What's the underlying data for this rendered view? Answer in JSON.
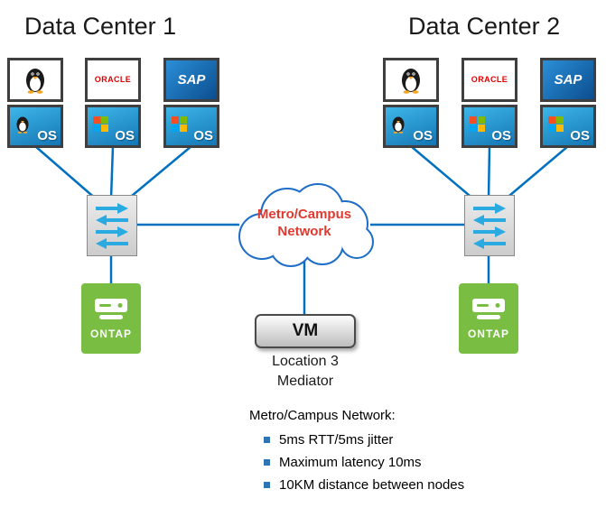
{
  "titles": {
    "dc1": "Data Center 1",
    "dc2": "Data Center 2"
  },
  "labels": {
    "oracle": "ORACLE",
    "sap": "SAP",
    "os": "OS",
    "ontap": "ONTAP",
    "vm": "VM"
  },
  "cloud": {
    "line1": "Metro/Campus",
    "line2": "Network"
  },
  "mediator": {
    "line1": "Location 3",
    "line2": "Mediator"
  },
  "notes": {
    "heading": "Metro/Campus Network:",
    "items": [
      "5ms RTT/5ms jitter",
      "Maximum latency 10ms",
      "10KM distance between nodes"
    ]
  },
  "icons": {
    "linux": "penguin-shape",
    "switch": "crossed-blue-arrows",
    "storage": "drive-with-led",
    "bullet": "blue-square"
  },
  "colors": {
    "connector_blue": "#0070C0",
    "cloud_outline_blue": "#1E6EC8",
    "cloud_text_red": "#E0392F",
    "ontap_green": "#79BE43",
    "os_blue_top": "#3DB6E8",
    "os_blue_bottom": "#1576B5",
    "oracle_red": "#E00000",
    "bullet_blue": "#2E75B6"
  }
}
